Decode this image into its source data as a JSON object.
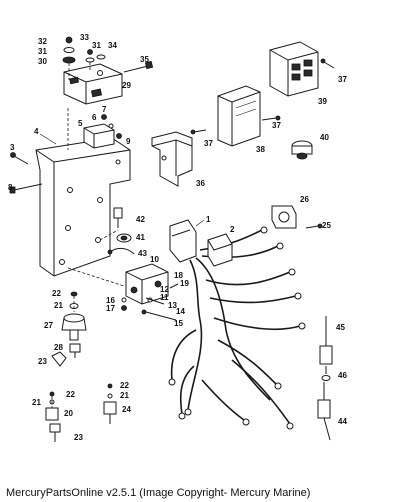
{
  "footer": {
    "copyright": "MercuryPartsOnline v2.5.1 (Image Copyright- Mercury Marine)"
  },
  "callouts": {
    "c1": "1",
    "c2": "2",
    "c3": "3",
    "c4": "4",
    "c5": "5",
    "c6": "6",
    "c7": "7",
    "c8": "8",
    "c9": "9",
    "c10": "10",
    "c11": "11",
    "c12": "12",
    "c13": "13",
    "c14": "14",
    "c15": "15",
    "c16": "16",
    "c17": "17",
    "c18": "18",
    "c19": "19",
    "c20": "20",
    "c21": "21",
    "c22": "22",
    "c23": "23",
    "c24": "24",
    "c25": "25",
    "c26": "26",
    "c27": "27",
    "c28": "28",
    "c29": "29",
    "c30": "30",
    "c31": "31",
    "c32": "32",
    "c33": "33",
    "c34": "34",
    "c35": "35",
    "c36": "36",
    "c37": "37",
    "c38": "38",
    "c39": "39",
    "c40": "40",
    "c41": "41",
    "c42": "42",
    "c43": "43",
    "c44": "44",
    "c45": "45",
    "c46": "46"
  }
}
